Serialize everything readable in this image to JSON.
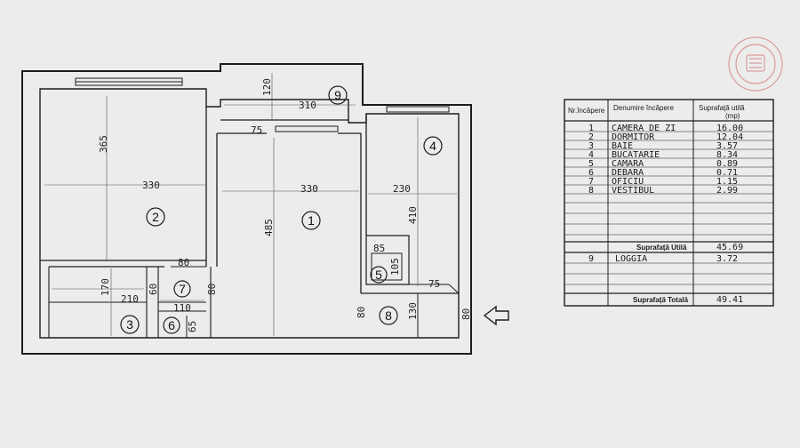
{
  "rooms": [
    {
      "num": "1"
    },
    {
      "num": "2"
    },
    {
      "num": "3"
    },
    {
      "num": "4"
    },
    {
      "num": "5"
    },
    {
      "num": "6"
    },
    {
      "num": "7"
    },
    {
      "num": "8"
    },
    {
      "num": "9"
    }
  ],
  "dimensions": {
    "loggia_depth": "120",
    "loggia_width": "310",
    "hall_gap": "75",
    "room2_height": "365",
    "room2_width": "330",
    "room1_width": "330",
    "room1_height": "485",
    "kitchen_width": "230",
    "kitchen_height": "410",
    "pantry_width": "85",
    "pantry_height": "105",
    "pantry_gap": "75",
    "hall_b_width": "80",
    "bath_height": "170",
    "bath_width": "210",
    "wc_width": "60",
    "hall_c_width": "80",
    "closet_width": "110",
    "closet_depth": "65",
    "vest_w1": "80",
    "vest_height": "130",
    "vest_w2": "80"
  },
  "table": {
    "headers": {
      "nr": "Nr.încăpere",
      "denumire": "Denumire încăpere",
      "suprafata": "Suprafață utilă",
      "unit": "(mp)"
    },
    "rows": [
      {
        "nr": "1",
        "name": "CAMERA DE ZI",
        "area": "16.00"
      },
      {
        "nr": "2",
        "name": "DORMITOR",
        "area": "12.04"
      },
      {
        "nr": "3",
        "name": "BAIE",
        "area": "3.57"
      },
      {
        "nr": "4",
        "name": "BUCATARIE",
        "area": "8.34"
      },
      {
        "nr": "5",
        "name": "CAMARA",
        "area": "0.89"
      },
      {
        "nr": "6",
        "name": "DEBARA",
        "area": "0.71"
      },
      {
        "nr": "7",
        "name": "OFICIU",
        "area": "1.15"
      },
      {
        "nr": "8",
        "name": "VESTIBUL",
        "area": "2.99"
      }
    ],
    "useful_label": "Suprafață Utilă",
    "useful_total": "45.69",
    "loggia_row": {
      "nr": "9",
      "name": "LOGGIA",
      "area": "3.72"
    },
    "total_label": "Suprafață Totală",
    "total_value": "49.41"
  },
  "colors": {
    "ink": "#1c1c1c",
    "paper": "#ececec",
    "stamp": "#d88f8f"
  }
}
